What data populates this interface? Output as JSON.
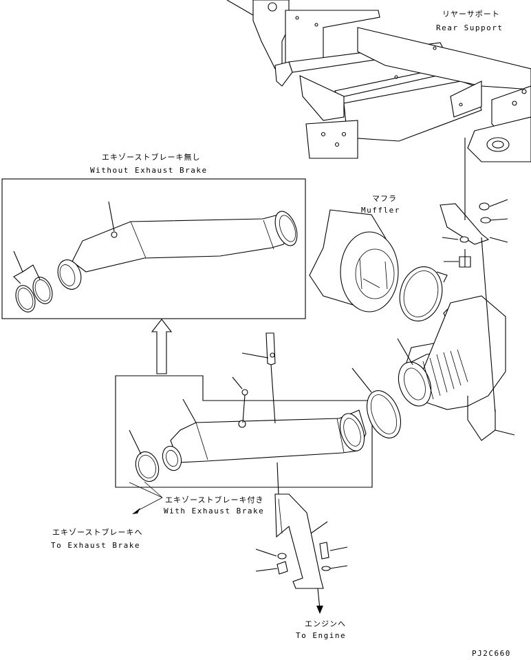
{
  "labels": {
    "rear_support_jp": "リヤーサポート",
    "rear_support_en": "Rear Support",
    "without_brake_jp": "エキゾーストブレーキ無し",
    "without_brake_en": "Without Exhaust Brake",
    "muffler_jp": "マフラ",
    "muffler_en": "Muffler",
    "with_brake_jp": "エキゾーストブレーキ付き",
    "with_brake_en": "With Exhaust Brake",
    "to_brake_jp": "エキゾーストブレーキへ",
    "to_brake_en": "To Exhaust Brake",
    "to_engine_jp": "エンジンへ",
    "to_engine_en": "To Engine",
    "drawing_code": "PJ2C660"
  }
}
